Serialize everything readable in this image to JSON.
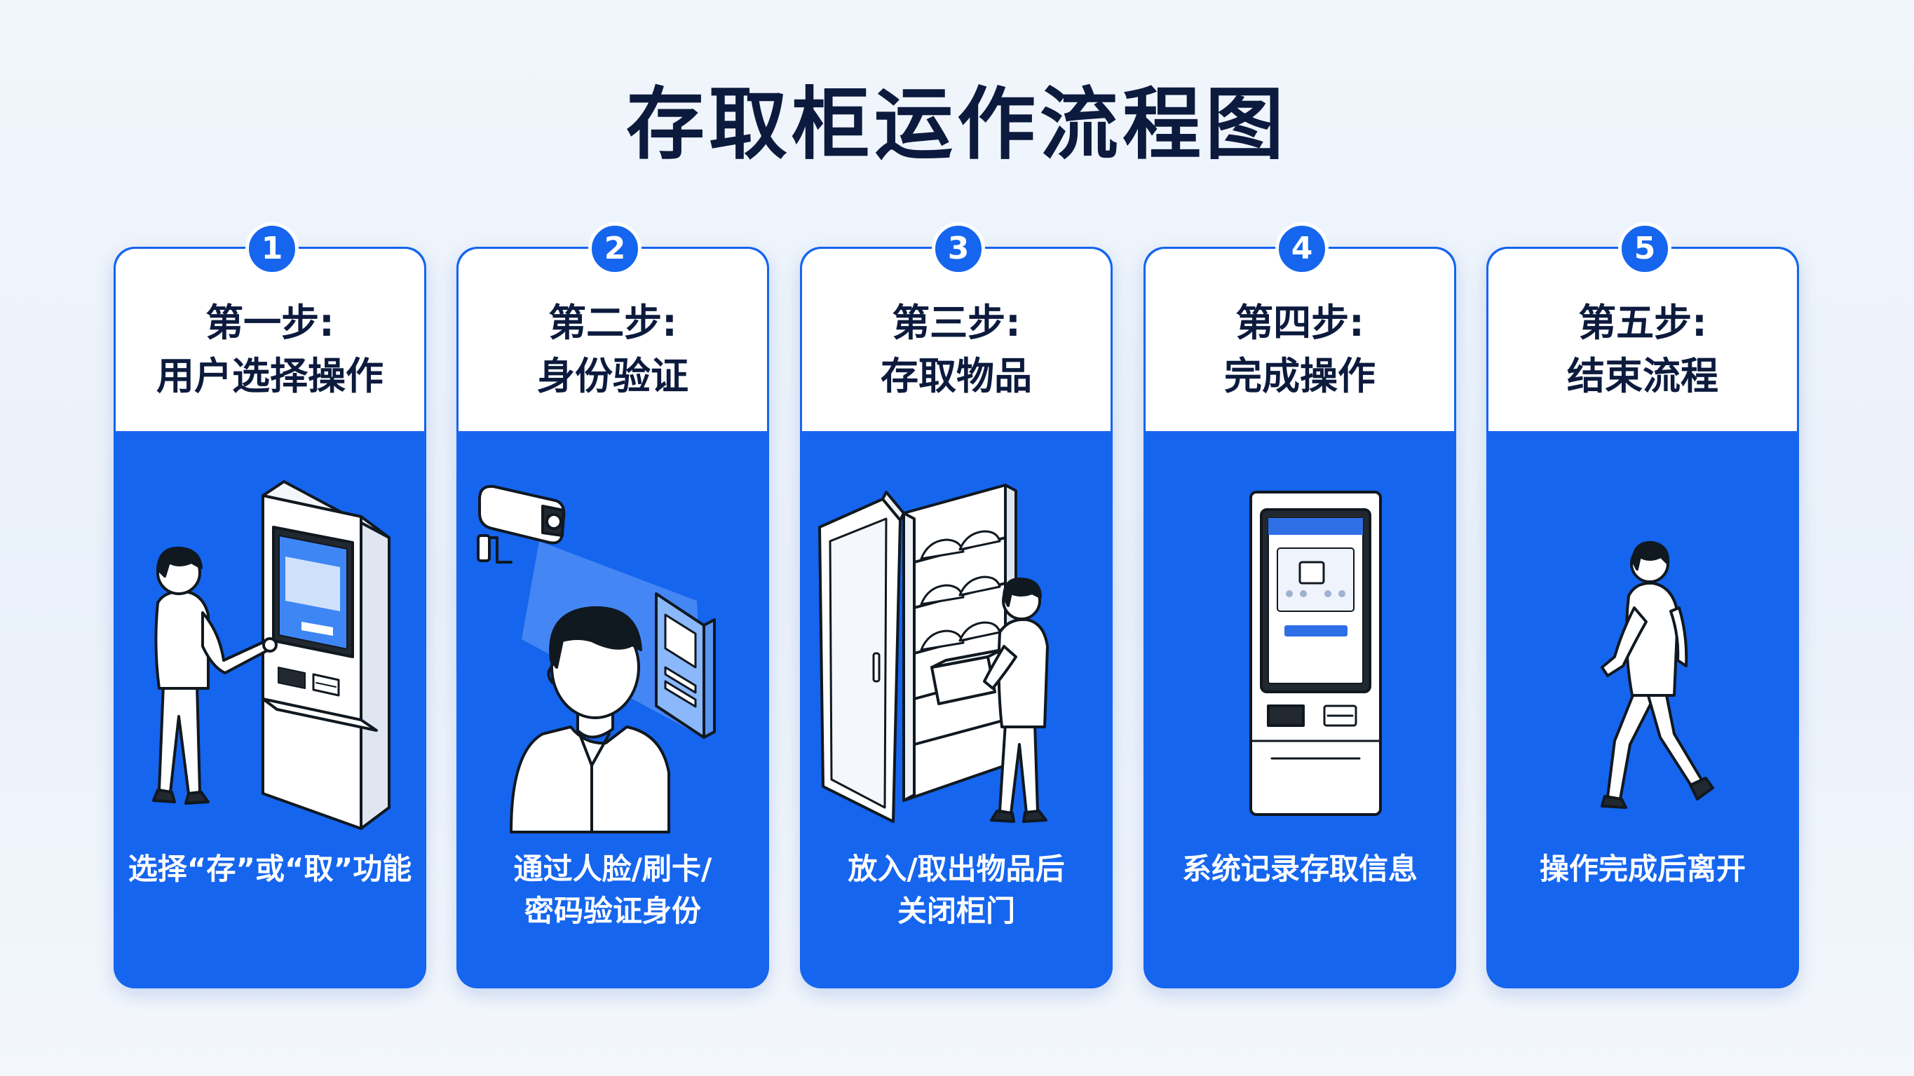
{
  "title": "存取柜运作流程图",
  "steps": [
    {
      "number": "1",
      "label": "第一步:",
      "title": "用户选择操作",
      "description": [
        "选择“存”或“取”功能"
      ],
      "icon": "user-at-kiosk-icon"
    },
    {
      "number": "2",
      "label": "第二步:",
      "title": "身份验证",
      "description": [
        "通过人脸/刷卡/",
        "密码验证身份"
      ],
      "icon": "face-recognition-camera-icon"
    },
    {
      "number": "3",
      "label": "第三步:",
      "title": "存取物品",
      "description": [
        "放入/取出物品后",
        "关闭柜门"
      ],
      "icon": "open-locker-icon"
    },
    {
      "number": "4",
      "label": "第四步:",
      "title": "完成操作",
      "description": [
        "系统记录存取信息"
      ],
      "icon": "kiosk-screen-icon"
    },
    {
      "number": "5",
      "label": "第五步:",
      "title": "结束流程",
      "description": [
        "操作完成后离开"
      ],
      "icon": "walking-person-icon"
    }
  ],
  "colors": {
    "accent": "#1565ee",
    "title": "#0c1a3d",
    "card_head": "#ffffff",
    "background": "#eef4fb"
  }
}
